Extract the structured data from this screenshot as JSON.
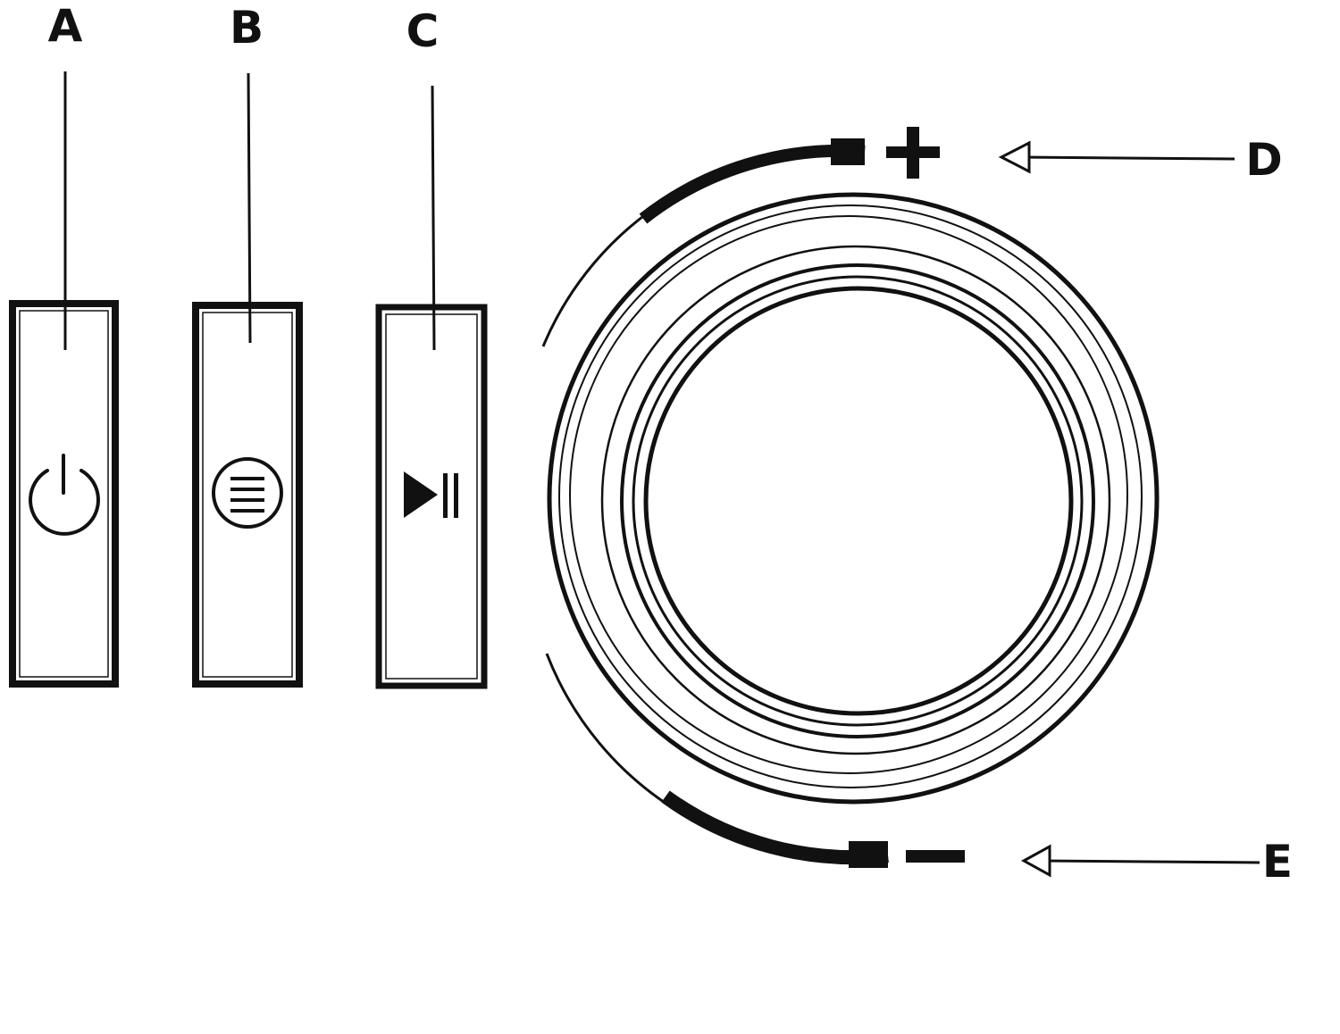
{
  "callouts": {
    "a": "A",
    "b": "B",
    "c": "C",
    "d": "D",
    "e": "E"
  },
  "symbols": {
    "plus": "+",
    "minus": "–"
  },
  "icons": {
    "power_button": "power-icon",
    "menu_button": "menu-icon",
    "play_pause_button": "play-pause-icon",
    "volume_up": "plus-icon",
    "volume_down": "minus-icon"
  },
  "colors": {
    "ink": "#111111",
    "background": "#ffffff"
  }
}
